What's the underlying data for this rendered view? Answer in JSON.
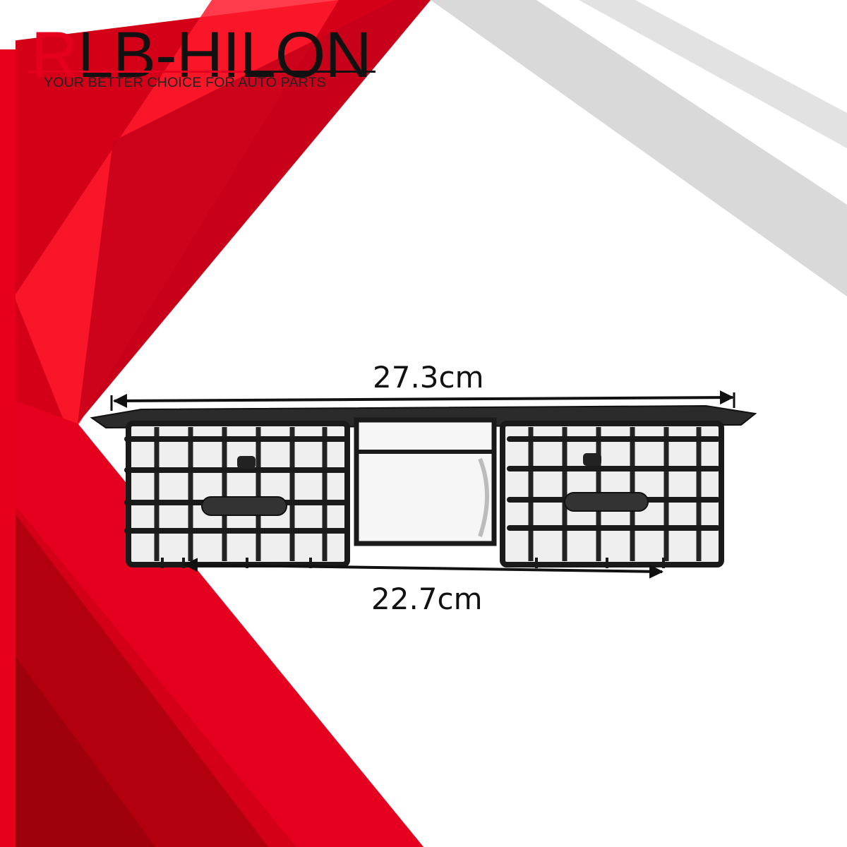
{
  "brand": {
    "name_first_letter": "R",
    "name_rest": "LB-HILON",
    "tagline": "YOUR BETTER CHOICE FOR AUTO PARTS"
  },
  "dimensions": {
    "top_width": "27.3cm",
    "bottom_width": "22.7cm"
  },
  "colors": {
    "accent_red": "#e4001e",
    "dark_red": "#b0000f",
    "stripe_grey": "#d6d6d6",
    "product_black": "#1a1a1a"
  }
}
